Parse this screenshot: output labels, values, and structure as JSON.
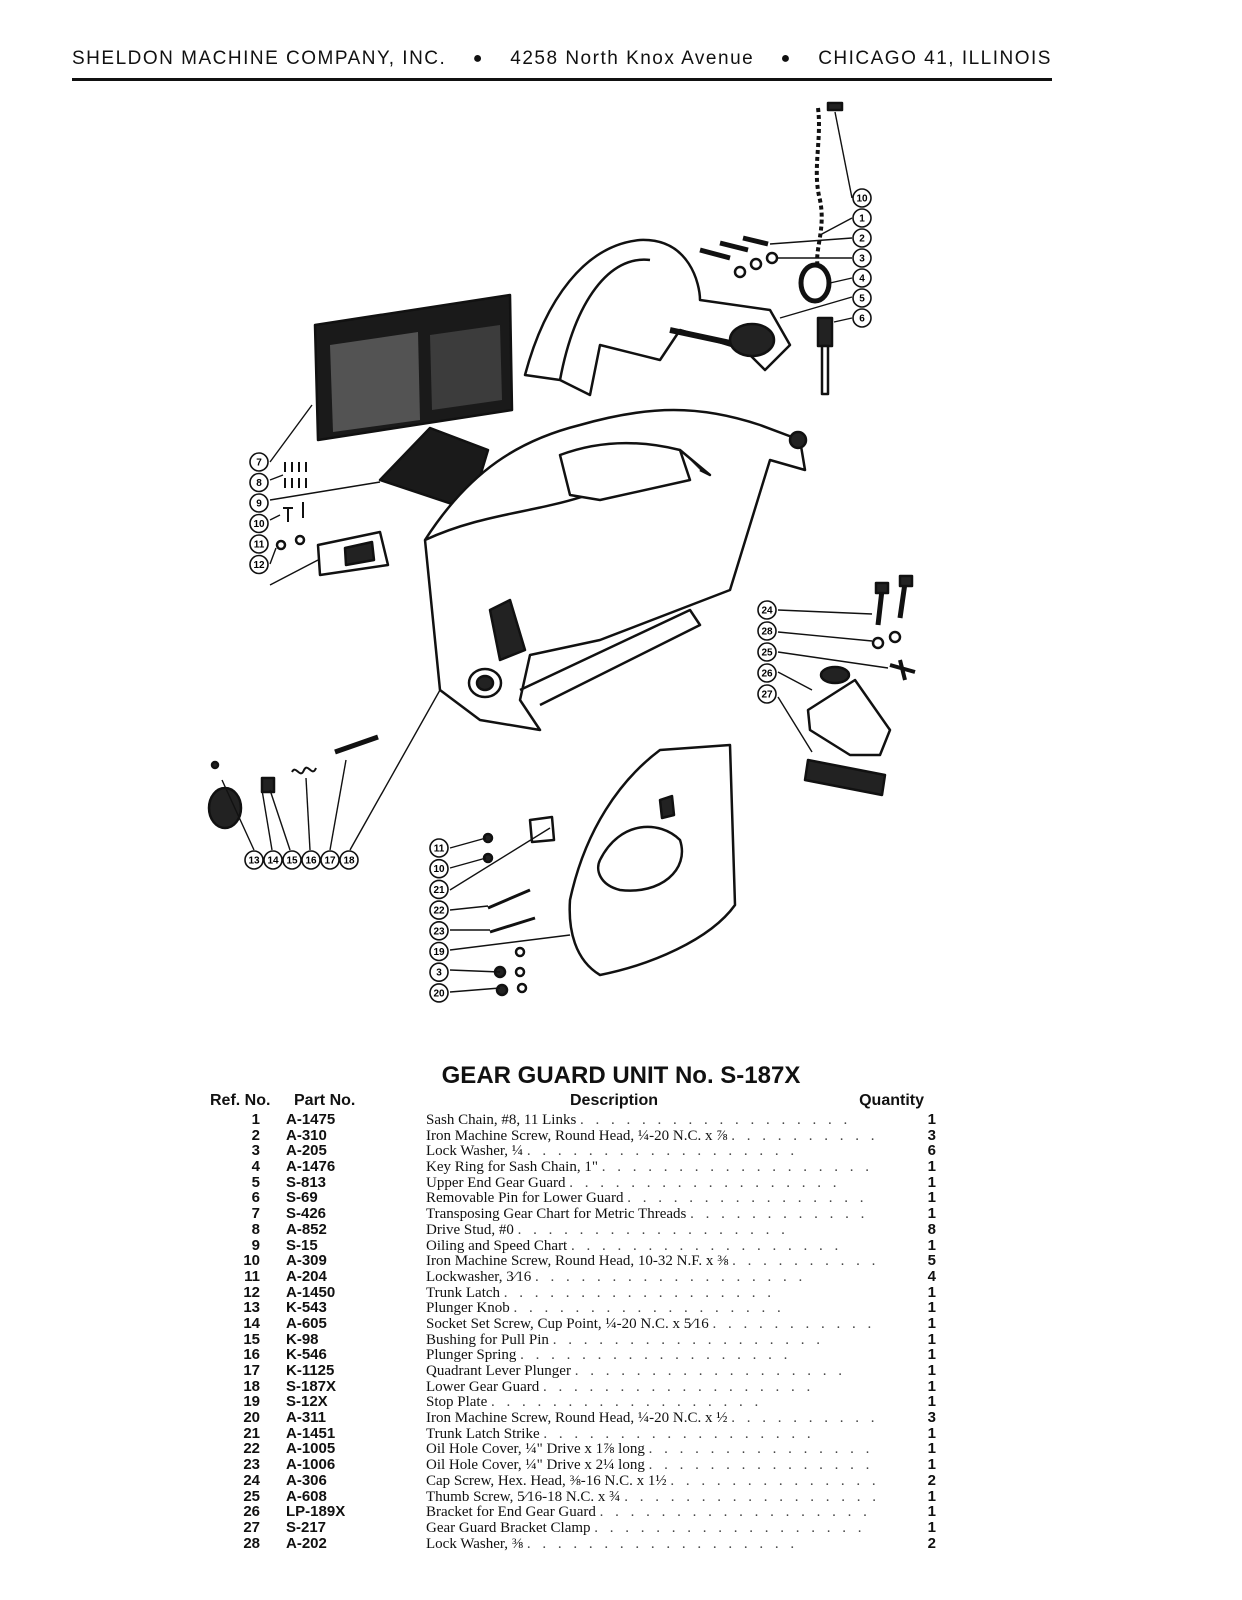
{
  "header": {
    "company": "SHELDON MACHINE COMPANY, INC.",
    "address": "4258 North Knox Avenue",
    "city": "CHICAGO 41, ILLINOIS",
    "bullet": "●"
  },
  "diagram": {
    "callouts_top": [
      "10",
      "1",
      "2",
      "3",
      "4",
      "5",
      "6"
    ],
    "callouts_left": [
      "7",
      "8",
      "9",
      "10",
      "11",
      "12"
    ],
    "callouts_right": [
      "24",
      "28",
      "25",
      "26",
      "27"
    ],
    "callouts_bottom": [
      "13",
      "14",
      "15",
      "16",
      "17",
      "18"
    ],
    "callouts_lower": [
      "11",
      "10",
      "21",
      "22",
      "23",
      "19",
      "3",
      "20"
    ]
  },
  "title": "GEAR GUARD UNIT No. S-187X",
  "columns": {
    "ref": "Ref. No.",
    "part": "Part No.",
    "desc": "Description",
    "qty": "Quantity"
  },
  "parts": [
    {
      "ref": "1",
      "part": "A-1475",
      "desc": "Sash Chain, #8, 11 Links",
      "qty": "1"
    },
    {
      "ref": "2",
      "part": "A-310",
      "desc": "Iron Machine Screw, Round Head, ¼-20 N.C. x ⅞",
      "qty": "3"
    },
    {
      "ref": "3",
      "part": "A-205",
      "desc": "Lock Washer, ¼",
      "qty": "6"
    },
    {
      "ref": "4",
      "part": "A-1476",
      "desc": "Key Ring for Sash Chain, 1\"",
      "qty": "1"
    },
    {
      "ref": "5",
      "part": "S-813",
      "desc": "Upper End Gear Guard",
      "qty": "1"
    },
    {
      "ref": "6",
      "part": "S-69",
      "desc": "Removable Pin for Lower Guard",
      "qty": "1"
    },
    {
      "ref": "7",
      "part": "S-426",
      "desc": "Transposing Gear Chart for Metric Threads",
      "qty": "1"
    },
    {
      "ref": "8",
      "part": "A-852",
      "desc": "Drive Stud, #0",
      "qty": "8"
    },
    {
      "ref": "9",
      "part": "S-15",
      "desc": "Oiling and Speed Chart",
      "qty": "1"
    },
    {
      "ref": "10",
      "part": "A-309",
      "desc": "Iron Machine Screw, Round Head, 10-32 N.F. x ⅜",
      "qty": "5"
    },
    {
      "ref": "11",
      "part": "A-204",
      "desc": "Lockwasher, 3⁄16",
      "qty": "4"
    },
    {
      "ref": "12",
      "part": "A-1450",
      "desc": "Trunk Latch",
      "qty": "1"
    },
    {
      "ref": "13",
      "part": "K-543",
      "desc": "Plunger Knob",
      "qty": "1"
    },
    {
      "ref": "14",
      "part": "A-605",
      "desc": "Socket Set Screw, Cup Point, ¼-20 N.C. x 5⁄16",
      "qty": "1"
    },
    {
      "ref": "15",
      "part": "K-98",
      "desc": "Bushing for Pull Pin",
      "qty": "1"
    },
    {
      "ref": "16",
      "part": "K-546",
      "desc": "Plunger Spring",
      "qty": "1"
    },
    {
      "ref": "17",
      "part": "K-1125",
      "desc": "Quadrant Lever Plunger",
      "qty": "1"
    },
    {
      "ref": "18",
      "part": "S-187X",
      "desc": "Lower Gear Guard",
      "qty": "1"
    },
    {
      "ref": "19",
      "part": "S-12X",
      "desc": "Stop Plate",
      "qty": "1"
    },
    {
      "ref": "20",
      "part": "A-311",
      "desc": "Iron Machine Screw, Round Head, ¼-20 N.C. x ½",
      "qty": "3"
    },
    {
      "ref": "21",
      "part": "A-1451",
      "desc": "Trunk Latch Strike",
      "qty": "1"
    },
    {
      "ref": "22",
      "part": "A-1005",
      "desc": "Oil Hole Cover, ¼\" Drive x 1⅞ long",
      "qty": "1"
    },
    {
      "ref": "23",
      "part": "A-1006",
      "desc": "Oil Hole Cover, ¼\" Drive x 2¼ long",
      "qty": "1"
    },
    {
      "ref": "24",
      "part": "A-306",
      "desc": "Cap Screw, Hex. Head, ⅜-16 N.C. x 1½",
      "qty": "2"
    },
    {
      "ref": "25",
      "part": "A-608",
      "desc": "Thumb Screw, 5⁄16-18 N.C. x ¾",
      "qty": "1"
    },
    {
      "ref": "26",
      "part": "LP-189X",
      "desc": "Bracket for End Gear Guard",
      "qty": "1"
    },
    {
      "ref": "27",
      "part": "S-217",
      "desc": "Gear Guard Bracket Clamp",
      "qty": "1"
    },
    {
      "ref": "28",
      "part": "A-202",
      "desc": "Lock Washer, ⅜",
      "qty": "2"
    }
  ]
}
